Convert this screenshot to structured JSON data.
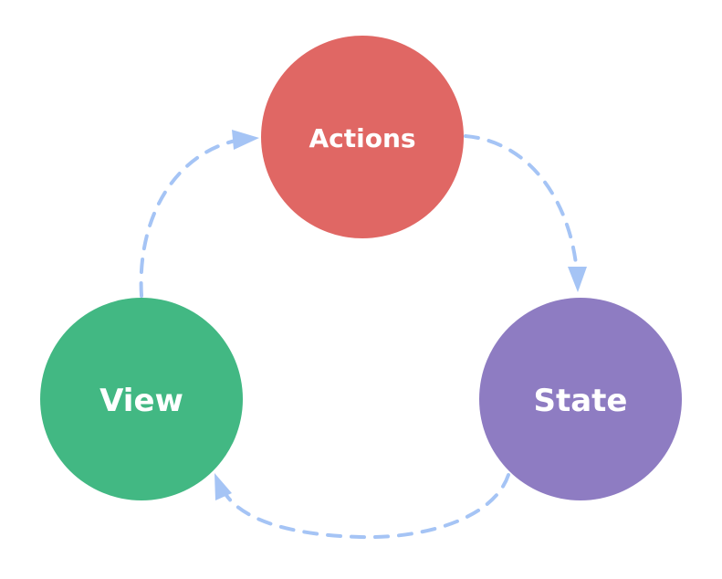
{
  "nodes": {
    "actions": {
      "label": "Actions",
      "color": "#E06764"
    },
    "view": {
      "label": "View",
      "color": "#42B883"
    },
    "state": {
      "label": "State",
      "color": "#8E7CC2"
    }
  },
  "edges": [
    {
      "from": "actions",
      "to": "state"
    },
    {
      "from": "state",
      "to": "view"
    },
    {
      "from": "view",
      "to": "actions"
    }
  ],
  "arrow_color": "#A5C4F5"
}
